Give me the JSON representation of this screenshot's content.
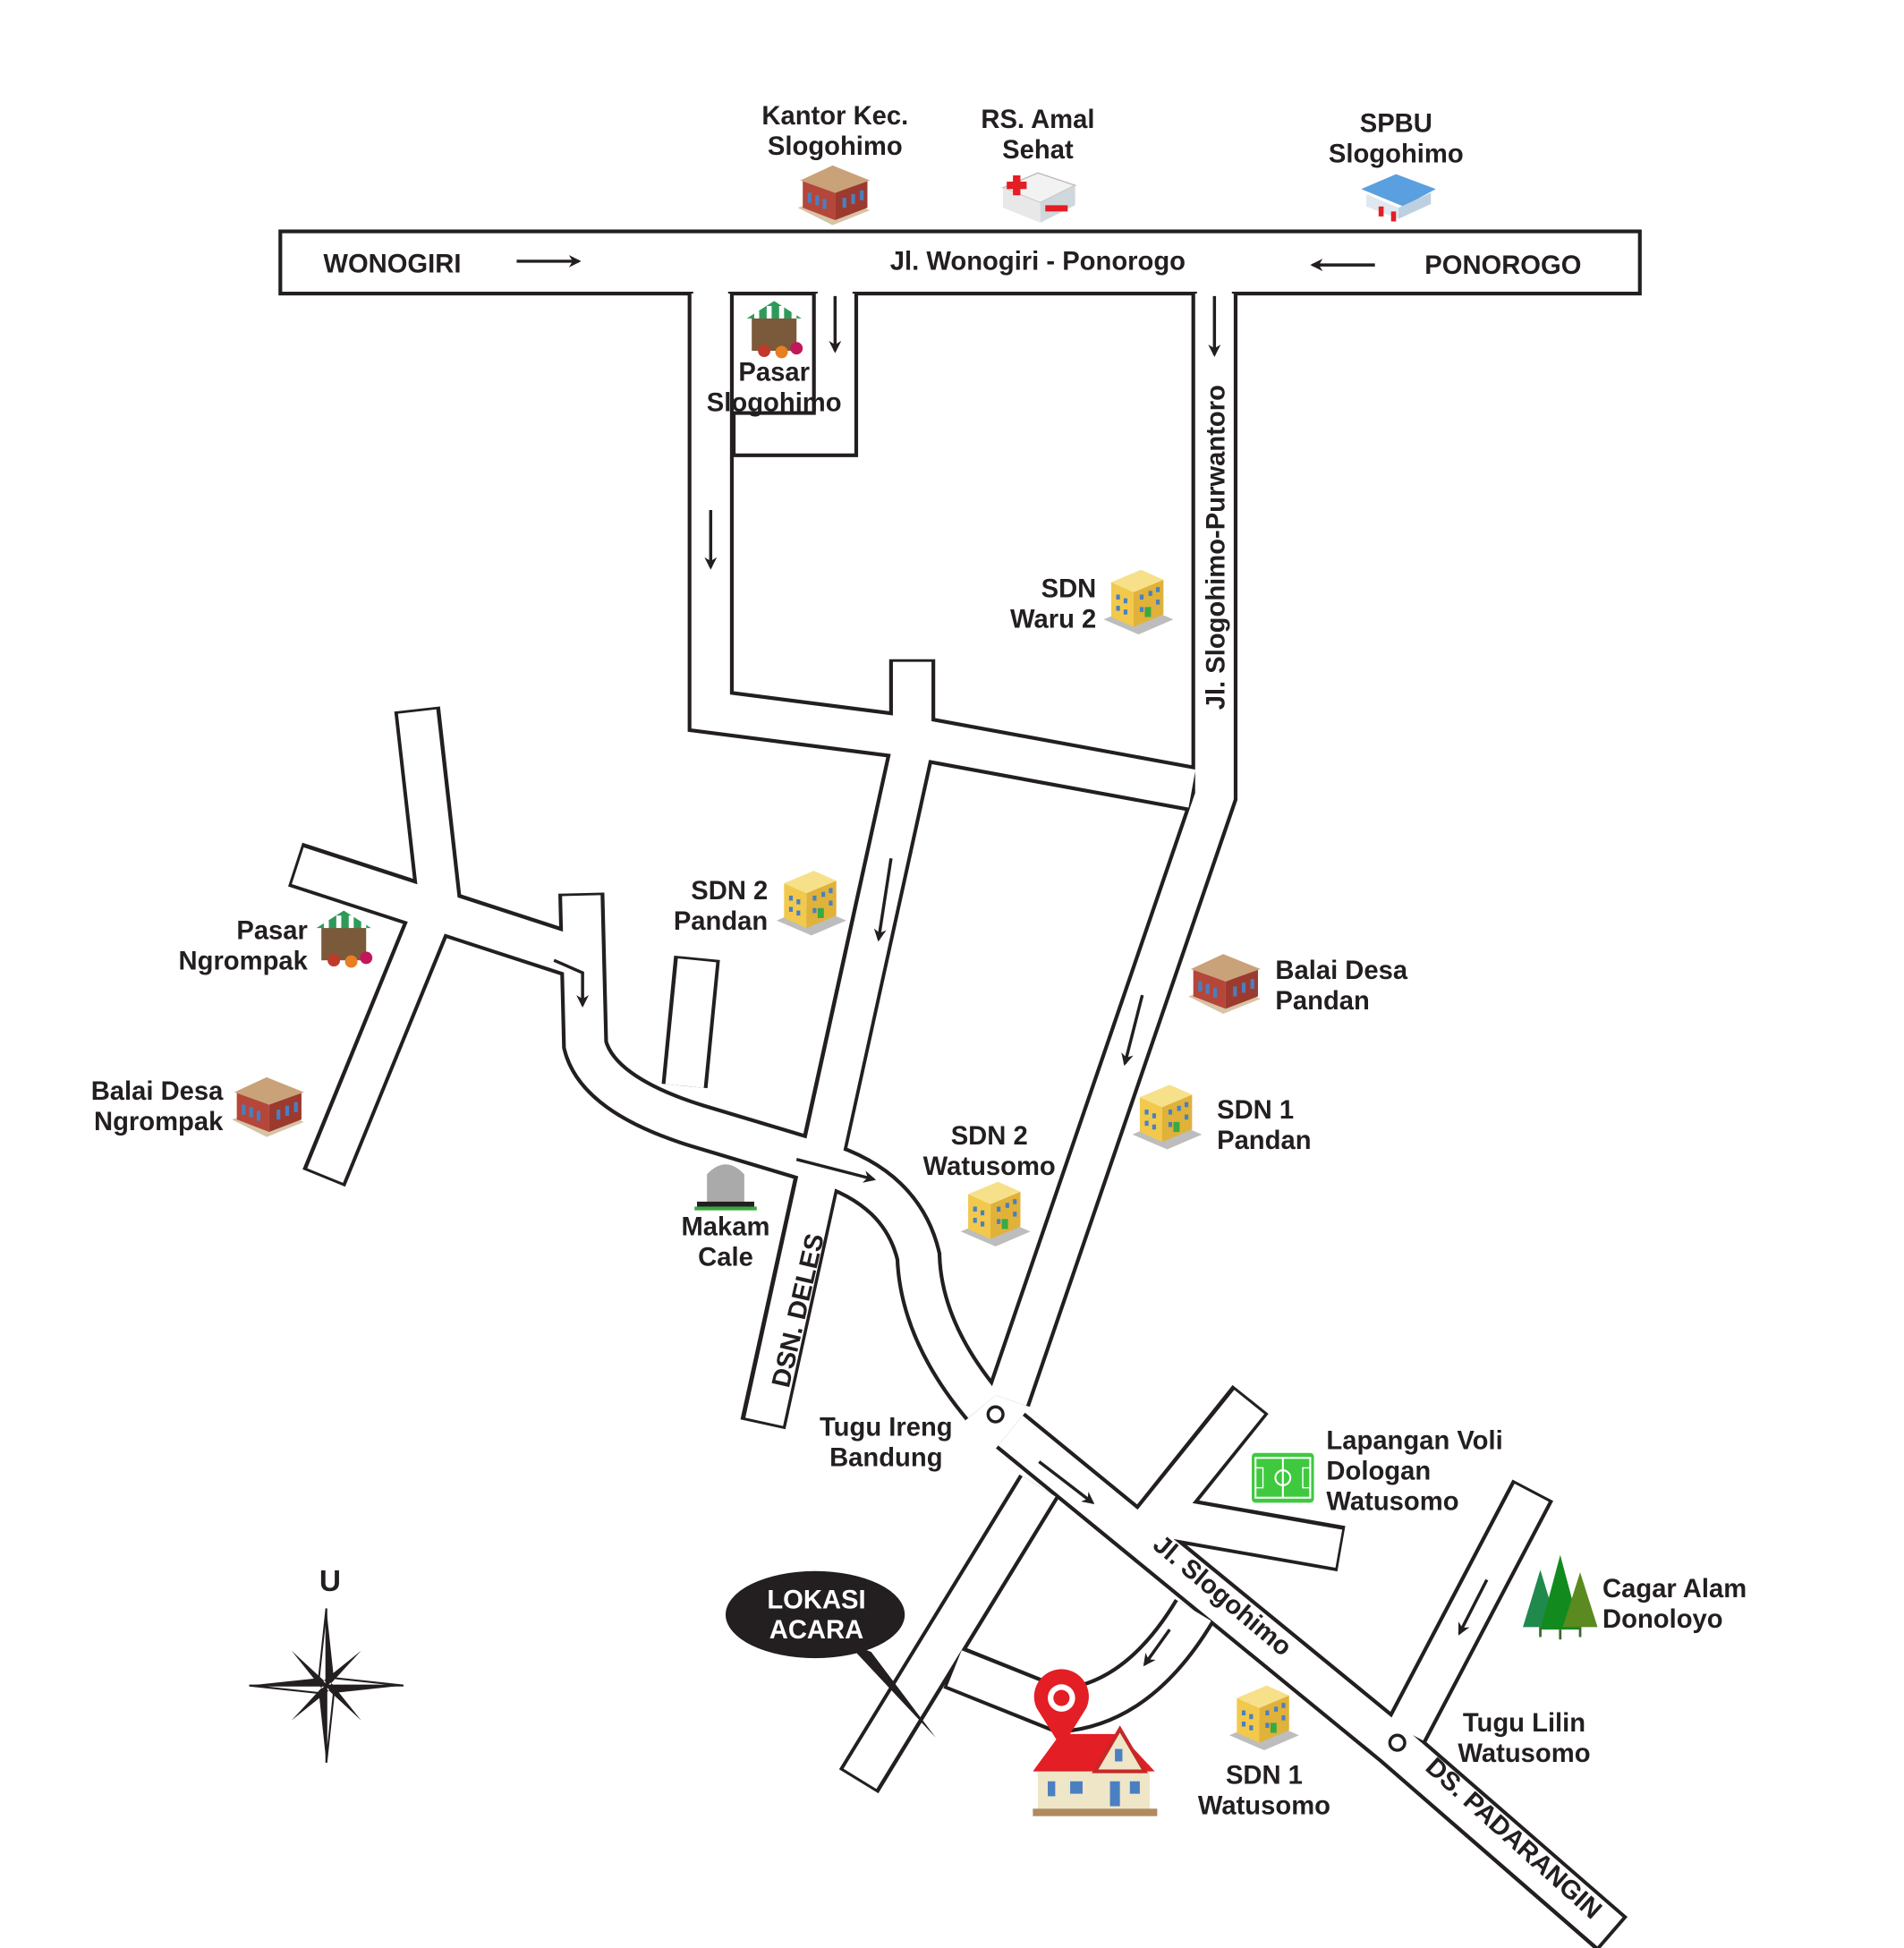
{
  "roads": {
    "main": "Jl. Wonogiri - Ponorogo",
    "west": "WONOGIRI",
    "east": "PONOROGO",
    "purwantoro": "Jl. Slogohimo-Purwantoro",
    "deles": "DSN. DELES",
    "slogohimo": "Jl. Slogohimo",
    "padarangin": "DS. PADARANGIN"
  },
  "places": [
    {
      "lines": [
        "Kantor Kec.",
        "Slogohimo"
      ],
      "icon": "office-building-icon"
    },
    {
      "lines": [
        "RS. Amal",
        "Sehat"
      ],
      "icon": "hospital-icon"
    },
    {
      "lines": [
        "SPBU",
        "Slogohimo"
      ],
      "icon": "gas-station-icon"
    },
    {
      "lines": [
        "Pasar",
        "Slogohimo"
      ],
      "icon": "market-icon"
    },
    {
      "lines": [
        "SDN",
        "Waru 2"
      ],
      "icon": "school-icon"
    },
    {
      "lines": [
        "SDN 2",
        "Pandan"
      ],
      "icon": "school-icon"
    },
    {
      "lines": [
        "Pasar",
        "Ngrompak"
      ],
      "icon": "market-icon"
    },
    {
      "lines": [
        "Balai Desa",
        "Ngrompak"
      ],
      "icon": "village-hall-icon"
    },
    {
      "lines": [
        "Balai Desa",
        "Pandan"
      ],
      "icon": "village-hall-icon"
    },
    {
      "lines": [
        "SDN 1",
        "Pandan"
      ],
      "icon": "school-icon"
    },
    {
      "lines": [
        "SDN 2",
        "Watusomo"
      ],
      "icon": "school-icon"
    },
    {
      "lines": [
        "Makam",
        "Cale"
      ],
      "icon": "tombstone-icon"
    },
    {
      "lines": [
        "Tugu Ireng",
        "Bandung"
      ],
      "icon": "monument-circle-icon"
    },
    {
      "lines": [
        "Lapangan Voli",
        "Dologan",
        "Watusomo"
      ],
      "icon": "field-icon"
    },
    {
      "lines": [
        "Cagar Alam",
        "Donoloyo"
      ],
      "icon": "forest-icon"
    },
    {
      "lines": [
        "Tugu Lilin",
        "Watusomo"
      ],
      "icon": "monument-circle-icon"
    },
    {
      "lines": [
        "SDN 1",
        "Watusomo"
      ],
      "icon": "school-icon"
    }
  ],
  "callout": {
    "lines": [
      "LOKASI",
      "ACARA"
    ]
  },
  "compass": {
    "north_label": "U"
  },
  "colors": {
    "road_line": "#231f20",
    "pin": "#e31e24",
    "roof": "#e31e24",
    "field": "#3fc93f",
    "trees": "#2e8b3a"
  }
}
